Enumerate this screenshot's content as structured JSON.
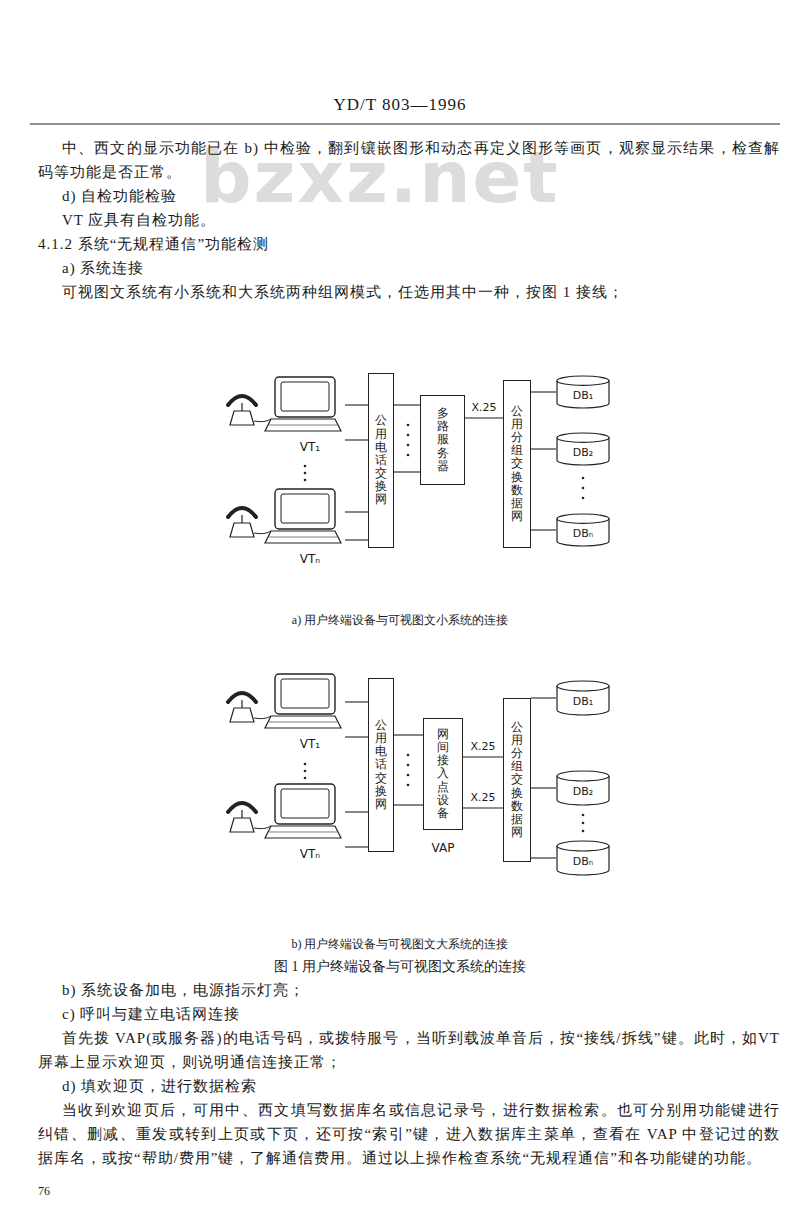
{
  "diagram": {
    "title": "YD/T 803—1996",
    "caption": "图 1 用户终端设备与可视图文系统的连接",
    "nodes": [
      {
        "text": [
          "VT₁"
        ]
      },
      {
        "text": [
          "VTₙ"
        ]
      },
      {
        "text": [
          "公用电话交换网"
        ]
      },
      {
        "text": [
          "多路服务器"
        ]
      },
      {
        "text": [
          "公用分组交换数据网"
        ]
      },
      {
        "text": [
          "DB₁"
        ]
      },
      {
        "text": [
          "DB₂"
        ]
      },
      {
        "text": [
          "DBₙ"
        ]
      },
      {
        "text": [
          "VT₁"
        ]
      },
      {
        "text": [
          "VTₙ"
        ]
      },
      {
        "text": [
          "公用电话交换网"
        ]
      },
      {
        "text": [
          "网间接入点设备",
          "VAP"
        ]
      },
      {
        "text": [
          "公用分组交换数据网"
        ]
      },
      {
        "text": [
          "DB₁"
        ]
      },
      {
        "text": [
          "DB₂"
        ]
      },
      {
        "text": [
          "DBₙ"
        ]
      }
    ],
    "edges": [
      {
        "from": 0,
        "to": 2,
        "arrow": "none"
      },
      {
        "from": 0,
        "to": 2,
        "arrow": "none"
      },
      {
        "from": 1,
        "to": 2,
        "arrow": "none"
      },
      {
        "from": 1,
        "to": 2,
        "arrow": "none"
      },
      {
        "from": 2,
        "to": 3,
        "arrow": "none"
      },
      {
        "from": 2,
        "to": 3,
        "arrow": "none"
      },
      {
        "from": 3,
        "to": 4,
        "label": "X.25",
        "arrow": "none"
      },
      {
        "from": 4,
        "to": 5,
        "arrow": "none"
      },
      {
        "from": 4,
        "to": 6,
        "arrow": "none"
      },
      {
        "from": 4,
        "to": 7,
        "arrow": "none"
      },
      {
        "from": 8,
        "to": 10,
        "arrow": "none"
      },
      {
        "from": 8,
        "to": 10,
        "arrow": "none"
      },
      {
        "from": 9,
        "to": 10,
        "arrow": "none"
      },
      {
        "from": 9,
        "to": 10,
        "arrow": "none"
      },
      {
        "from": 10,
        "to": 11,
        "arrow": "none"
      },
      {
        "from": 10,
        "to": 11,
        "arrow": "none"
      },
      {
        "from": 11,
        "to": 12,
        "label": "X.25",
        "arrow": "none"
      },
      {
        "from": 11,
        "to": 12,
        "label": "X.25",
        "arrow": "none"
      },
      {
        "from": 12,
        "to": 13,
        "arrow": "none"
      },
      {
        "from": 12,
        "to": 14,
        "arrow": "none"
      },
      {
        "from": 12,
        "to": 15,
        "arrow": "none"
      }
    ],
    "labels": [
      "bzxz.net",
      "中、西文的显示功能已在 b) 中检验，翻到镶嵌图形和动态再定义图形等画页，观察显示结果，检查解码等功能是否正常。",
      "d) 自检功能检验",
      "VT 应具有自检功能。",
      "4.1.2 系统“无规程通信”功能检测",
      "a) 系统连接",
      "可视图文系统有小系统和大系统两种组网模式，任选用其中一种，按图 1 接线；",
      "a) 用户终端设备与可视图文小系统的连接",
      "b) 用户终端设备与可视图文大系统的连接",
      "b) 系统设备加电，电源指示灯亮；",
      "c) 呼叫与建立电话网连接",
      "首先拨 VAP(或服务器)的电话号码，或拨特服号，当听到载波单音后，按“接线/拆线”键。此时，如VT 屏幕上显示欢迎页，则说明通信连接正常；",
      "d) 填欢迎页，进行数据检索",
      "当收到欢迎页后，可用中、西文填写数据库名或信息记录号，进行数据检索。也可分别用功能键进行纠错、删减、重发或转到上页或下页，还可按“索引”键，进入数据库主菜单，查看在 VAP 中登记过的数据库名，或按“帮助/费用”键，了解通信费用。通过以上操作检查系统“无规程通信”和各功能键的功能。",
      "76"
    ]
  }
}
